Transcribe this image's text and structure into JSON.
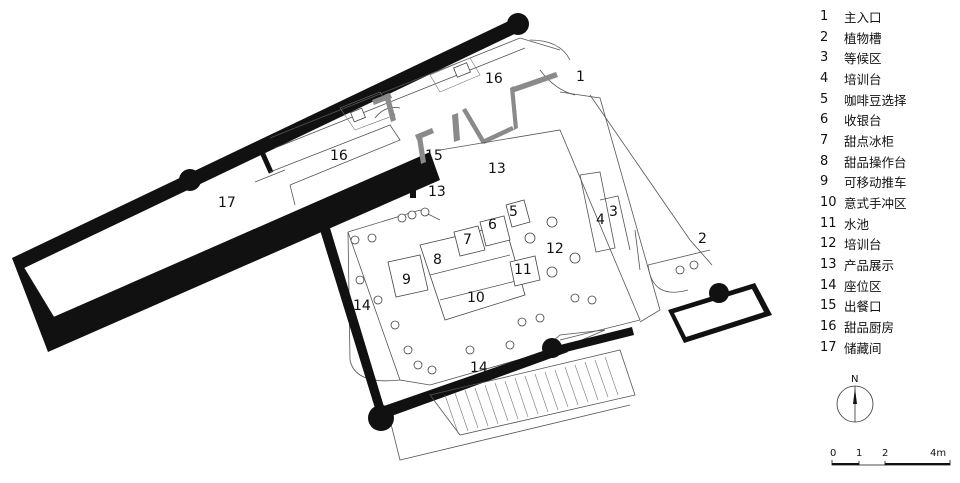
{
  "plan_labels": {
    "l1": "1",
    "l2": "2",
    "l3": "3",
    "l4": "4",
    "l5": "5",
    "l6": "6",
    "l7": "7",
    "l8": "8",
    "l9": "9",
    "l10": "10",
    "l11": "11",
    "l12": "12",
    "l13a": "13",
    "l13b": "13",
    "l14a": "14",
    "l14b": "14",
    "l15": "15",
    "l16a": "16",
    "l16b": "16",
    "l17": "17"
  },
  "legend": [
    {
      "num": "1",
      "label": "主入口"
    },
    {
      "num": "2",
      "label": "植物槽"
    },
    {
      "num": "3",
      "label": "等候区"
    },
    {
      "num": "4",
      "label": "培训台"
    },
    {
      "num": "5",
      "label": "咖啡豆选择"
    },
    {
      "num": "6",
      "label": "收银台"
    },
    {
      "num": "7",
      "label": "甜点冰柜"
    },
    {
      "num": "8",
      "label": "甜品操作台"
    },
    {
      "num": "9",
      "label": "可移动推车"
    },
    {
      "num": "10",
      "label": "意式手冲区"
    },
    {
      "num": "11",
      "label": "水池"
    },
    {
      "num": "12",
      "label": "培训台"
    },
    {
      "num": "13",
      "label": "产品展示"
    },
    {
      "num": "14",
      "label": "座位区"
    },
    {
      "num": "15",
      "label": "出餐口"
    },
    {
      "num": "16",
      "label": "甜品厨房"
    },
    {
      "num": "17",
      "label": "储藏间"
    }
  ],
  "compass": {
    "label": "N"
  },
  "scale": {
    "t0": "0",
    "t1": "1",
    "t2": "2",
    "t4": "4m"
  }
}
